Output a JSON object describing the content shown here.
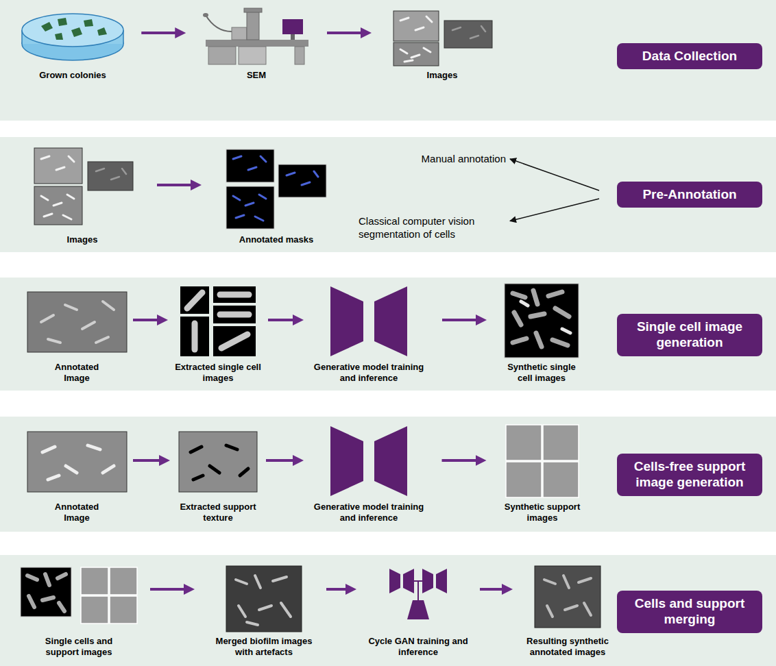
{
  "diagram": {
    "nodes": [
      {
        "text": [
          "Grown colonies"
        ]
      },
      {
        "text": [
          "SEM"
        ]
      },
      {
        "text": [
          "Images"
        ]
      },
      {
        "text": [
          "Data Collection"
        ]
      },
      {
        "text": [
          "Images"
        ]
      },
      {
        "text": [
          "Annotated masks"
        ]
      },
      {
        "text": [
          "Manual annotation"
        ]
      },
      {
        "text": [
          "Classical computer vision segmentation of cells"
        ]
      },
      {
        "text": [
          "Pre-Annotation"
        ]
      },
      {
        "text": [
          "Annotated Image"
        ]
      },
      {
        "text": [
          "Extracted single cell images"
        ]
      },
      {
        "text": [
          "Generative model training and inference"
        ]
      },
      {
        "text": [
          "Synthetic single cell images"
        ]
      },
      {
        "text": [
          "Single cell image generation"
        ]
      },
      {
        "text": [
          "Annotated Image"
        ]
      },
      {
        "text": [
          "Extracted support texture"
        ]
      },
      {
        "text": [
          "Generative model training and inference"
        ]
      },
      {
        "text": [
          "Synthetic support images"
        ]
      },
      {
        "text": [
          "Cells-free support image generation"
        ]
      },
      {
        "text": [
          "Single cells and support images"
        ]
      },
      {
        "text": [
          "Merged biofilm images with artefacts"
        ]
      },
      {
        "text": [
          "Cycle GAN training and inference"
        ]
      },
      {
        "text": [
          "Resulting synthetic annotated images"
        ]
      },
      {
        "text": [
          "Cells and support merging"
        ]
      }
    ],
    "edges": [
      {
        "from": 0,
        "to": 1,
        "arrow": "to"
      },
      {
        "from": 1,
        "to": 2,
        "arrow": "to"
      },
      {
        "from": 4,
        "to": 5,
        "arrow": "to"
      },
      {
        "from": 8,
        "to": 6,
        "arrow": "to"
      },
      {
        "from": 8,
        "to": 7,
        "arrow": "to"
      },
      {
        "from": 9,
        "to": 10,
        "arrow": "to"
      },
      {
        "from": 10,
        "to": 11,
        "arrow": "to"
      },
      {
        "from": 11,
        "to": 12,
        "arrow": "to"
      },
      {
        "from": 14,
        "to": 15,
        "arrow": "to"
      },
      {
        "from": 15,
        "to": 16,
        "arrow": "to"
      },
      {
        "from": 16,
        "to": 17,
        "arrow": "to"
      },
      {
        "from": 19,
        "to": 20,
        "arrow": "to"
      },
      {
        "from": 20,
        "to": 21,
        "arrow": "to"
      },
      {
        "from": 21,
        "to": 22,
        "arrow": "to"
      }
    ]
  }
}
